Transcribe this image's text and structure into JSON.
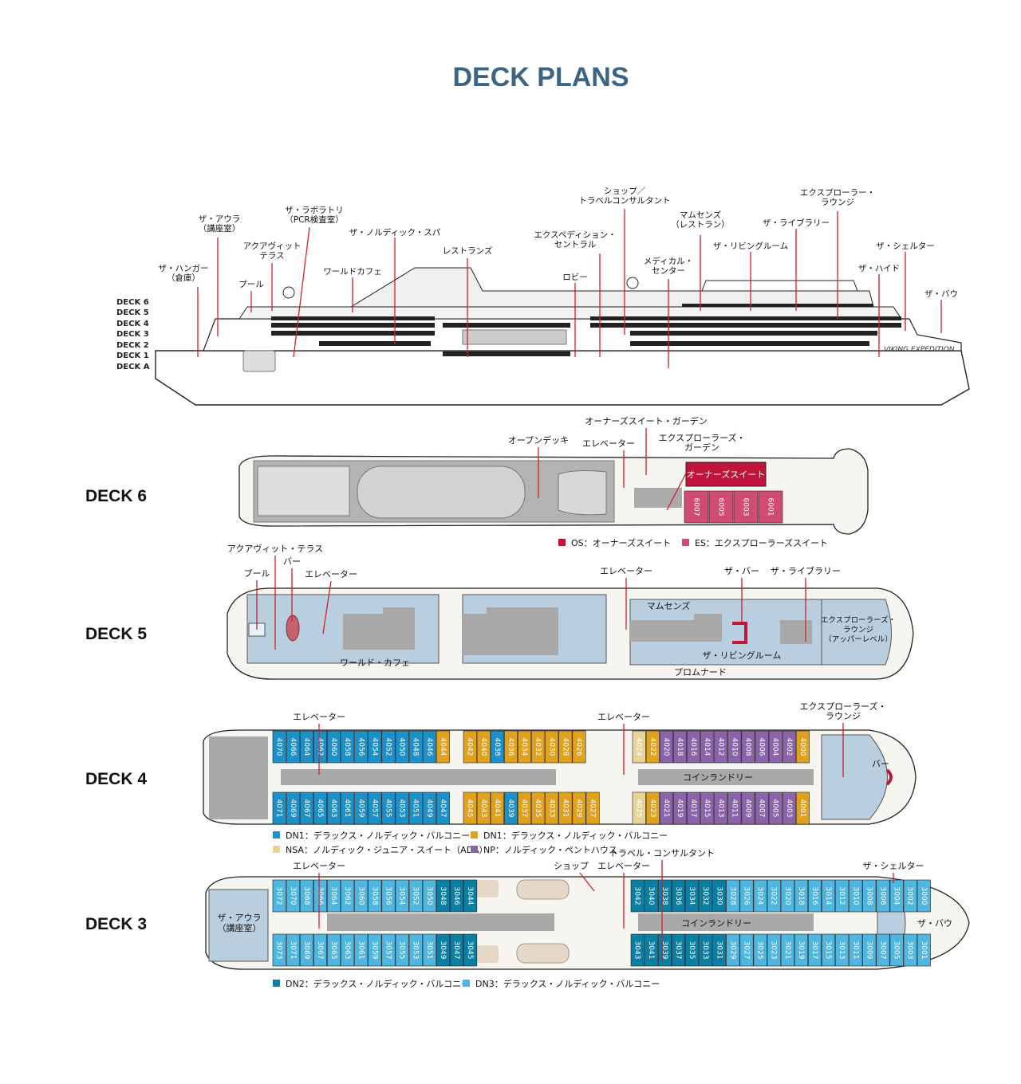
{
  "title": "DECK PLANS",
  "ship_name": "VIKING EXPEDITION",
  "profile": {
    "deck_labels": [
      "DECK 6",
      "DECK 5",
      "DECK 4",
      "DECK 3",
      "DECK 2",
      "DECK 1",
      "DECK A"
    ],
    "callouts": [
      "ザ・ハンガー\n（倉庫）",
      "ザ・アウラ\n（講座室）",
      "プール",
      "アクアヴィット\nテラス",
      "ザ・ラボラトリ\n（PCR検査室）",
      "ワールドカフェ",
      "ザ・ノルディック・スパ",
      "レストランズ",
      "エクスペディション・\nセントラル",
      "ロビー",
      "ショップ／\nトラベルコンサルタント",
      "メディカル・\nセンター",
      "マムセンズ\n（レストラン）",
      "ザ・リビングルーム",
      "ザ・ライブラリー",
      "エクスプローラー・\nラウンジ",
      "ザ・シェルター",
      "ザ・ハイド",
      "ザ・バウ"
    ]
  },
  "deck6": {
    "name": "DECK 6",
    "labels": {
      "owners_garden": "オーナーズスイート・ガーデン",
      "open_deck": "オープンデッキ",
      "elevator": "エレベーター",
      "explorers_garden": "エクスプローラーズ・\nガーデン",
      "owners_suite": "オーナーズスイート"
    },
    "cabins": [
      "6007",
      "6005",
      "6003",
      "6001"
    ],
    "legend": [
      "OS：オーナーズスイート",
      "ES：エクスプローラーズスイート"
    ]
  },
  "deck5": {
    "name": "DECK 5",
    "labels": {
      "aquavit": "アクアヴィット・テラス",
      "bar": "バー",
      "pool": "プール",
      "elevator1": "エレベーター",
      "elevator2": "エレベーター",
      "the_bar": "ザ・バー",
      "library": "ザ・ライブラリー",
      "mamsens": "マムセンズ",
      "lounge": "エクスプローラーズ・\nラウンジ\n（アッパーレベル）",
      "world_cafe": "ワールド・カフェ",
      "living_room": "ザ・リビングルーム",
      "promenade": "プロムナード"
    }
  },
  "deck4": {
    "name": "DECK 4",
    "labels": {
      "elevator1": "エレベーター",
      "elevator2": "エレベーター",
      "lounge": "エクスプローラーズ・\nラウンジ",
      "laundry": "コインランドリー",
      "bar": "バー"
    },
    "top_cabins": [
      "4070",
      "4066",
      "4064",
      "4062",
      "4060",
      "4058",
      "4056",
      "4054",
      "4052",
      "4050",
      "4048",
      "4046",
      "4044",
      "4042",
      "4040",
      "4038",
      "4036",
      "4034",
      "4032",
      "4030",
      "4028",
      "4026",
      "4024",
      "4022",
      "4020",
      "4018",
      "4016",
      "4014",
      "4012",
      "4010",
      "4008",
      "4006",
      "4004",
      "4002",
      "4000"
    ],
    "bottom_cabins": [
      "4071",
      "4069",
      "4067",
      "4065",
      "4063",
      "4061",
      "4059",
      "4057",
      "4055",
      "4053",
      "4051",
      "4049",
      "4047",
      "4045",
      "4043",
      "4041",
      "4039",
      "4037",
      "4035",
      "4033",
      "4031",
      "4029",
      "4027",
      "4025",
      "4023",
      "4021",
      "4019",
      "4017",
      "4015",
      "4013",
      "4011",
      "4009",
      "4007",
      "4005",
      "4003",
      "4001"
    ],
    "legend": [
      "DN1：デラックス・ノルディック・バルコニー",
      "DN1：デラックス・ノルディック・バルコニー",
      "NSA：ノルディック・ジュニア・スイート（ADA）",
      "NP：ノルディック・ペントハウス"
    ]
  },
  "deck3": {
    "name": "DECK 3",
    "labels": {
      "elevator1": "エレベーター",
      "shop": "ショップ",
      "elevator2": "エレベーター",
      "travel": "トラベル・コンサルタント",
      "shelter": "ザ・シェルター",
      "aula": "ザ・アウラ\n（講座室）",
      "laundry": "コインランドリー",
      "bow": "ザ・バウ"
    },
    "top_cabins": [
      "3072",
      "3070",
      "3068",
      "3066",
      "3064",
      "3062",
      "3060",
      "3058",
      "3056",
      "3054",
      "3052",
      "3050",
      "3048",
      "3046",
      "3044",
      "3042",
      "3040",
      "3038",
      "3036",
      "3034",
      "3032",
      "3030",
      "3028",
      "3026",
      "3024",
      "3022",
      "3020",
      "3018",
      "3016",
      "3014",
      "3012",
      "3010",
      "3008",
      "3006",
      "3004",
      "3002",
      "3000"
    ],
    "bottom_cabins": [
      "3073",
      "3071",
      "3069",
      "3067",
      "3065",
      "3063",
      "3061",
      "3059",
      "3057",
      "3055",
      "3053",
      "3051",
      "3049",
      "3047",
      "3045",
      "3043",
      "3041",
      "3039",
      "3037",
      "3035",
      "3033",
      "3031",
      "3029",
      "3027",
      "3025",
      "3023",
      "3021",
      "3019",
      "3017",
      "3015",
      "3013",
      "3011",
      "3009",
      "3007",
      "3005",
      "3003",
      "3001"
    ],
    "legend": [
      "DN2：デラックス・ノルディック・バルコニー",
      "DN3：デラックス・ノルディック・バルコニー"
    ]
  },
  "colors": {
    "dn1_blue": "#1e90c8",
    "dn1_gold": "#e0a21e",
    "nsa": "#e8d39a",
    "np": "#8a64a8",
    "dn2": "#0b7fa3",
    "dn3": "#4fb6e0",
    "os": "#c0143c",
    "es": "#d04c73",
    "callout": "#d0202c",
    "public": "#b9cfe0",
    "hull": "#f6f5ef",
    "grey": "#a9a9a9",
    "title": "#3b6485"
  }
}
